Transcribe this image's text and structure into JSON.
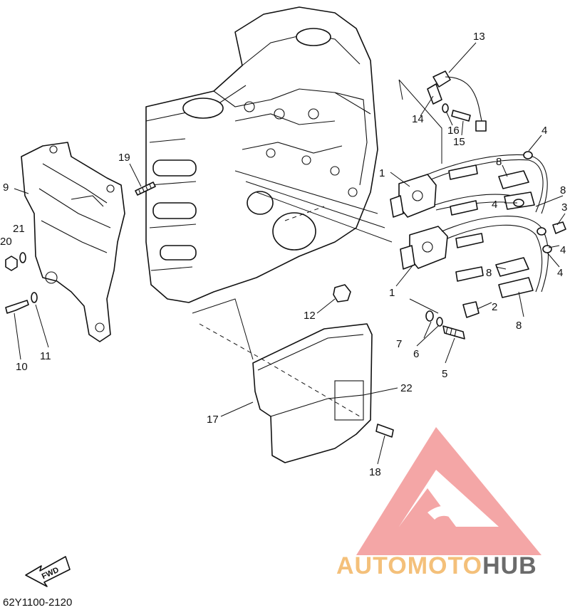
{
  "diagram": {
    "drawing_code": "62Y1100-2120",
    "direction_label": "FWD",
    "callouts": [
      "1",
      "1",
      "2",
      "3",
      "4",
      "4",
      "4",
      "4",
      "5",
      "6",
      "7",
      "8",
      "8",
      "8",
      "8",
      "9",
      "10",
      "11",
      "12",
      "13",
      "14",
      "15",
      "16",
      "17",
      "18",
      "19",
      "20",
      "21",
      "22"
    ]
  },
  "watermark": {
    "part1": "AUTOMOTO",
    "part2": "HUB",
    "color_primary": "#f39c9c",
    "color_accent": "#f4c07a",
    "color_secondary": "#6b6b6b"
  }
}
